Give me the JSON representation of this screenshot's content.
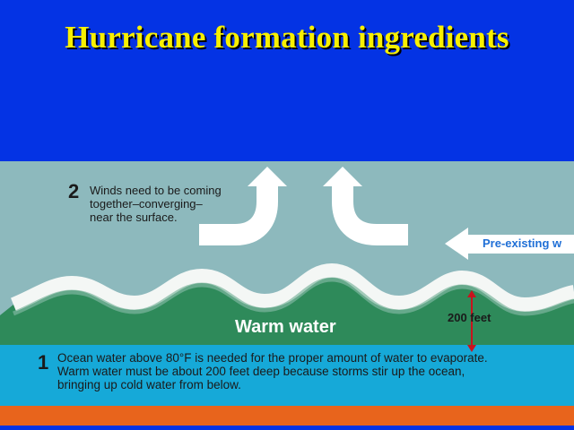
{
  "slide": {
    "title": "Hurricane formation ingredients"
  },
  "diagram": {
    "step2": {
      "number": "2",
      "lines": [
        "Winds need to be coming",
        "together–converging–",
        "near the surface."
      ]
    },
    "pre_existing_label": "Pre-existing w",
    "warm_water_label": "Warm water",
    "depth_label": "200 feet",
    "step1": {
      "number": "1",
      "lines": [
        "Ocean water above 80°F is needed for the proper amount of water to evaporate.",
        "Warm water must be about 200 feet deep because storms stir up the ocean,",
        "bringing up cold water from below."
      ]
    },
    "colors": {
      "slide_bg": "#0433e4",
      "title": "#f8f000",
      "sky": "#8db9bd",
      "ocean_green": "#2e8a5a",
      "info_band": "#16a9d8",
      "bottom_band": "#e8641c",
      "arrow": "#ffffff",
      "depth_arrow": "#c8141e"
    }
  }
}
